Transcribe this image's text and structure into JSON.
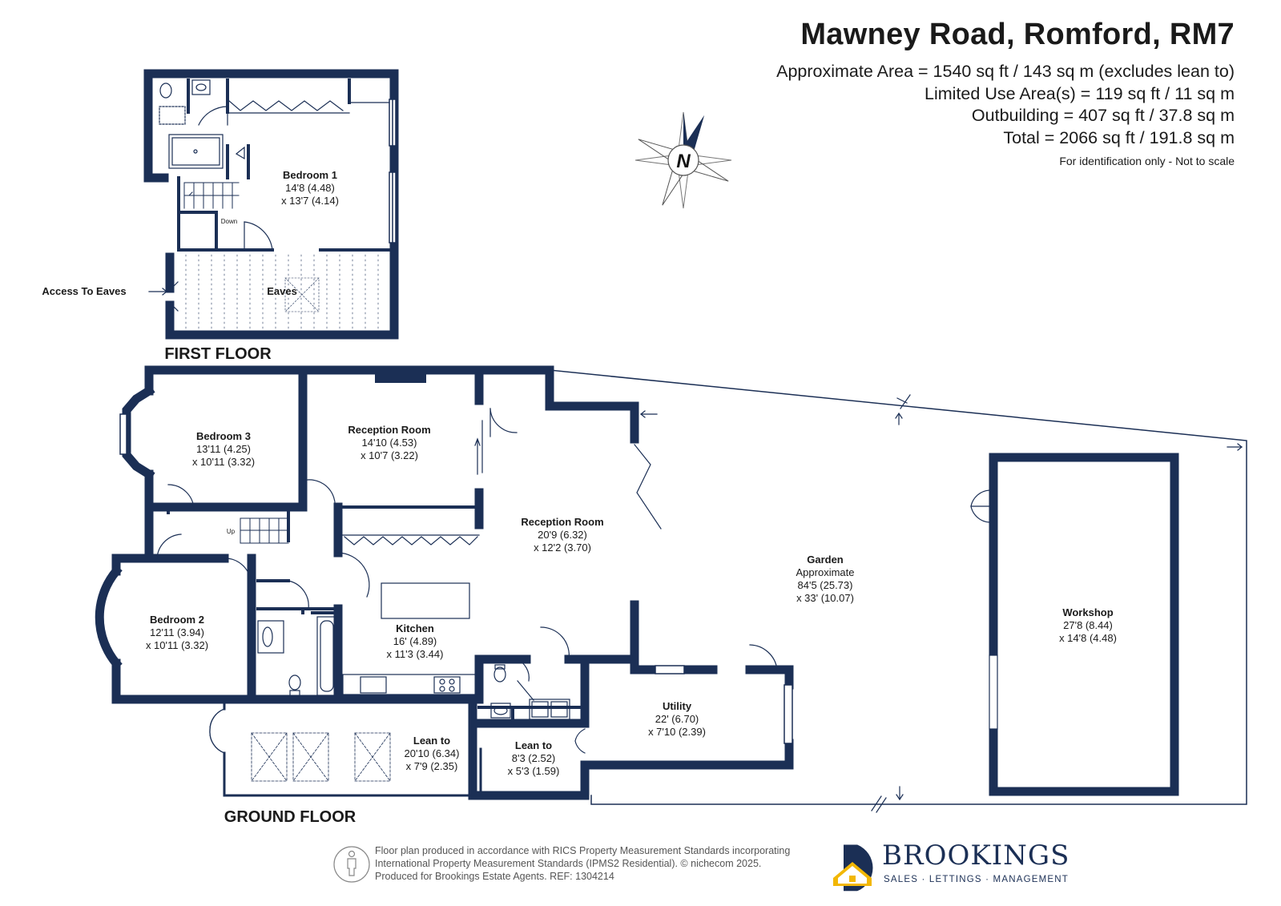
{
  "header": {
    "title": "Mawney Road, Romford, RM7",
    "area_lines": [
      "Approximate Area = 1540 sq ft / 143 sq m (excludes lean to)",
      "Limited Use Area(s) = 119 sq ft / 11 sq m",
      "Outbuilding = 407 sq ft / 37.8 sq m",
      "Total = 2066 sq ft / 191.8 sq m"
    ],
    "disclaimer": "For identification only - Not to scale"
  },
  "compass": {
    "label": "N"
  },
  "floors": {
    "first": "FIRST FLOOR",
    "ground": "GROUND FLOOR"
  },
  "rooms": {
    "bedroom1": {
      "name": "Bedroom 1",
      "dim1": "14'8 (4.48)",
      "dim2": "x 13'7 (4.14)"
    },
    "eaves": {
      "name": "Eaves"
    },
    "access_eaves": "Access To Eaves",
    "stairs_down": "Down",
    "stairs_up": "Up",
    "bedroom3": {
      "name": "Bedroom 3",
      "dim1": "13'11 (4.25)",
      "dim2": "x 10'11 (3.32)"
    },
    "reception1": {
      "name": "Reception Room",
      "dim1": "14'10 (4.53)",
      "dim2": "x 10'7 (3.22)"
    },
    "reception2": {
      "name": "Reception Room",
      "dim1": "20'9 (6.32)",
      "dim2": "x 12'2 (3.70)"
    },
    "bedroom2": {
      "name": "Bedroom 2",
      "dim1": "12'11 (3.94)",
      "dim2": "x 10'11 (3.32)"
    },
    "kitchen": {
      "name": "Kitchen",
      "dim1": "16' (4.89)",
      "dim2": "x 11'3 (3.44)"
    },
    "garden": {
      "name": "Garden",
      "dim0": "Approximate",
      "dim1": "84'5 (25.73)",
      "dim2": "x 33' (10.07)"
    },
    "workshop": {
      "name": "Workshop",
      "dim1": "27'8 (8.44)",
      "dim2": "x 14'8 (4.48)"
    },
    "utility": {
      "name": "Utility",
      "dim1": "22' (6.70)",
      "dim2": "x 7'10 (2.39)"
    },
    "leanto1": {
      "name": "Lean to",
      "dim1": "20'10 (6.34)",
      "dim2": "x 7'9 (2.35)"
    },
    "leanto2": {
      "name": "Lean to",
      "dim1": "8'3 (2.52)",
      "dim2": "x 5'3 (1.59)"
    }
  },
  "footer": {
    "line1": "Floor plan produced in accordance with RICS Property Measurement Standards incorporating",
    "line2": "International Property Measurement Standards (IPMS2 Residential).  © nichecom 2025.",
    "line3": "Produced for Brookings Estate Agents.   REF: 1304214",
    "brand": "BROOKINGS",
    "tagline": "SALES · LETTINGS · MANAGEMENT"
  },
  "colors": {
    "wall": "#1b2f55",
    "brand_gold": "#f2b705",
    "brand_navy": "#1b2f55"
  }
}
